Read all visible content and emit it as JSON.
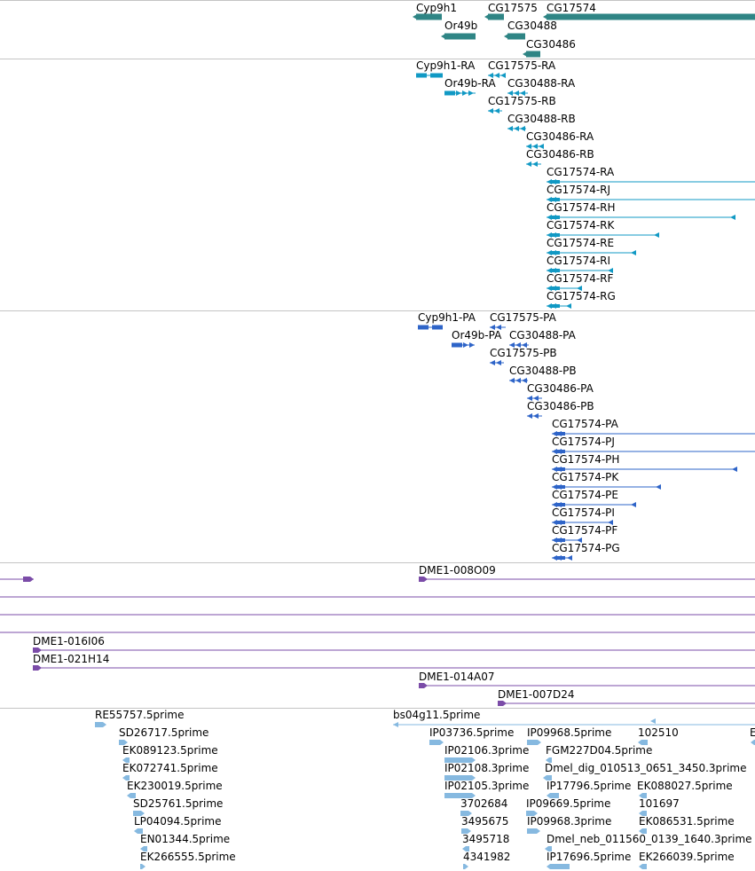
{
  "colors": {
    "gene": "#2f8585",
    "transcript": "#1199c4",
    "protein": "#2e64c8",
    "clone": "#7b4ca8",
    "est": "#86b9e0",
    "divider": "#c4c4c4",
    "label": "#000000"
  },
  "tracks": [
    {
      "id": "genes",
      "color": "gene",
      "features": [
        {
          "label": "Cyp9h1"
        },
        {
          "label": "Or49b"
        },
        {
          "label": "CG17575"
        },
        {
          "label": "CG30488"
        },
        {
          "label": "CG30486"
        },
        {
          "label": "CG17574"
        }
      ]
    },
    {
      "id": "transcripts",
      "color": "transcript",
      "features": [
        {
          "label": "Cyp9h1-RA"
        },
        {
          "label": "Or49b-RA"
        },
        {
          "label": "CG17575-RA"
        },
        {
          "label": "CG30488-RA"
        },
        {
          "label": "CG17575-RB"
        },
        {
          "label": "CG30488-RB"
        },
        {
          "label": "CG30486-RA"
        },
        {
          "label": "CG30486-RB"
        },
        {
          "label": "CG17574-RA"
        },
        {
          "label": "CG17574-RJ"
        },
        {
          "label": "CG17574-RH"
        },
        {
          "label": "CG17574-RK"
        },
        {
          "label": "CG17574-RE"
        },
        {
          "label": "CG17574-RI"
        },
        {
          "label": "CG17574-RF"
        },
        {
          "label": "CG17574-RG"
        }
      ]
    },
    {
      "id": "proteins",
      "color": "protein",
      "features": [
        {
          "label": "Cyp9h1-PA"
        },
        {
          "label": "Or49b-PA"
        },
        {
          "label": "CG17575-PA"
        },
        {
          "label": "CG30488-PA"
        },
        {
          "label": "CG17575-PB"
        },
        {
          "label": "CG30488-PB"
        },
        {
          "label": "CG30486-PA"
        },
        {
          "label": "CG30486-PB"
        },
        {
          "label": "CG17574-PA"
        },
        {
          "label": "CG17574-PJ"
        },
        {
          "label": "CG17574-PH"
        },
        {
          "label": "CG17574-PK"
        },
        {
          "label": "CG17574-PE"
        },
        {
          "label": "CG17574-PI"
        },
        {
          "label": "CG17574-PF"
        },
        {
          "label": "CG17574-PG"
        }
      ]
    },
    {
      "id": "clones",
      "color": "clone",
      "features": [
        {
          "label": ""
        },
        {
          "label": "DME1-008O09"
        },
        {
          "label": ""
        },
        {
          "label": ""
        },
        {
          "label": ""
        },
        {
          "label": "DME1-016I06"
        },
        {
          "label": "DME1-021H14"
        },
        {
          "label": "DME1-014A07"
        },
        {
          "label": "DME1-007D24"
        }
      ]
    },
    {
      "id": "ests",
      "color": "est",
      "features": [
        {
          "label": "RE55757.5prime"
        },
        {
          "label": "SD26717.5prime"
        },
        {
          "label": "EK089123.5prime"
        },
        {
          "label": "EK072741.5prime"
        },
        {
          "label": "EK230019.5prime"
        },
        {
          "label": "SD25761.5prime"
        },
        {
          "label": "LP04094.5prime"
        },
        {
          "label": "EN01344.5prime"
        },
        {
          "label": "EK266555.5prime"
        },
        {
          "label": "bs04g11.5prime"
        },
        {
          "label": "IP03736.5prime"
        },
        {
          "label": "IP02106.3prime"
        },
        {
          "label": "IP02108.3prime"
        },
        {
          "label": "IP02105.3prime"
        },
        {
          "label": "3702684"
        },
        {
          "label": "3495675"
        },
        {
          "label": "3495718"
        },
        {
          "label": "4341982"
        },
        {
          "label": "IP09968.5prime"
        },
        {
          "label": "FGM227D04.5prime"
        },
        {
          "label": "Dmel_dig_010513_0651_3450.3prime"
        },
        {
          "label": "IP17796.5prime"
        },
        {
          "label": "IP09669.5prime"
        },
        {
          "label": "IP09968.3prime"
        },
        {
          "label": "Dmel_neb_011560_0139_1640.3prime"
        },
        {
          "label": "IP17696.5prime"
        },
        {
          "label": "102510"
        },
        {
          "label": "EK088027.5prime"
        },
        {
          "label": "101697"
        },
        {
          "label": "EK086531.5prime"
        },
        {
          "label": "EK266039.5prime"
        },
        {
          "label": "E"
        }
      ]
    }
  ]
}
